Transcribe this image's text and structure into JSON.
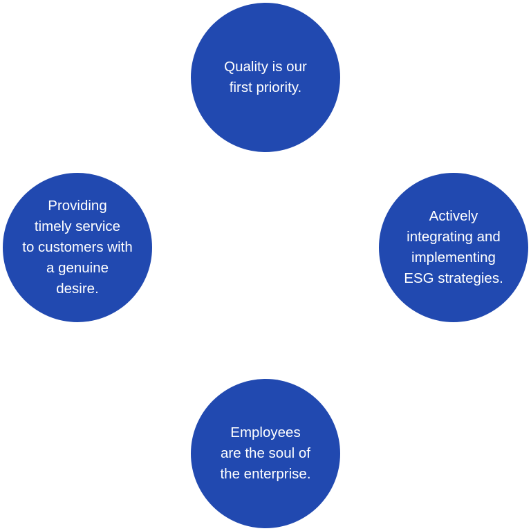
{
  "diagram": {
    "fill_color": "#2149B0",
    "text_color": "#FFFFFF",
    "nodes": [
      {
        "id": "top",
        "label": "Quality is our\nfirst priority."
      },
      {
        "id": "left",
        "label": "Providing\ntimely service\nto customers with\na genuine\ndesire."
      },
      {
        "id": "right",
        "label": "Actively\nintegrating and\nimplementing\nESG strategies."
      },
      {
        "id": "bottom",
        "label": "Employees\nare the soul of\nthe enterprise."
      }
    ]
  }
}
